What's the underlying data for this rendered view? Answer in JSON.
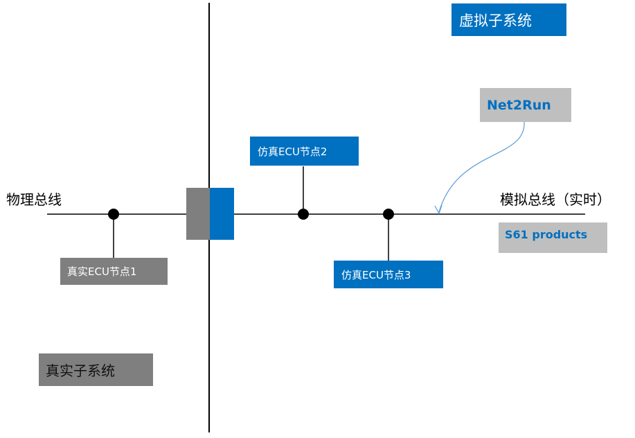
{
  "labels": {
    "virtual_subsystem": "虚拟子系统",
    "real_subsystem": "真实子系统",
    "physical_bus": "物理总线",
    "simulated_bus": "模拟总线（实时）",
    "net2run": "Net2Run",
    "s61_products": "S61 products",
    "real_ecu_node_1": "真实ECU节点1",
    "sim_ecu_node_2": "仿真ECU节点2",
    "sim_ecu_node_3": "仿真ECU节点3"
  },
  "colors": {
    "blue": "#0070c0",
    "gray": "#7f7f7f",
    "light_gray": "#bfbfbf",
    "net2run_text": "#0070c0",
    "s61_text": "#0070c0",
    "arrow": "#5b9bd5"
  }
}
